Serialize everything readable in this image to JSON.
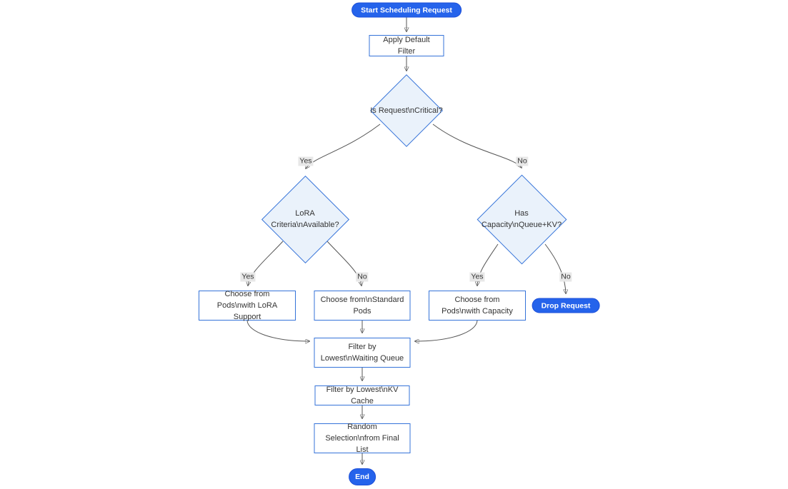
{
  "diagram_type": "flowchart",
  "colors": {
    "accent_blue": "#2563eb",
    "node_border_blue": "#3573d9",
    "diamond_fill": "#eaf2fb",
    "edge_gray": "#555555",
    "edge_label_bg": "#e8e8e8",
    "text": "#333333"
  },
  "nodes": {
    "start": "Start Scheduling Request",
    "apply_filter": "Apply Default Filter",
    "is_critical": "Is Request\\nCritical?",
    "lora_criteria": "LoRA Criteria\\nAvailable?",
    "has_capacity": "Has Capacity\\nQueue+KV?",
    "choose_lora_pods": "Choose from Pods\\nwith LoRA Support",
    "choose_standard_pods": "Choose from\\nStandard Pods",
    "choose_capacity_pods": "Choose from Pods\\nwith Capacity",
    "drop_request": "Drop Request",
    "filter_waiting_queue": "Filter by Lowest\\nWaiting Queue",
    "filter_kv_cache": "Filter by Lowest\\nKV Cache",
    "random_selection": "Random Selection\\nfrom Final List",
    "end": "End"
  },
  "edge_labels": {
    "critical_yes": "Yes",
    "critical_no": "No",
    "lora_yes": "Yes",
    "lora_no": "No",
    "capacity_yes": "Yes",
    "capacity_no": "No"
  },
  "edges": [
    {
      "from": "start",
      "to": "apply_filter",
      "label": ""
    },
    {
      "from": "apply_filter",
      "to": "is_critical",
      "label": ""
    },
    {
      "from": "is_critical",
      "to": "lora_criteria",
      "label": "Yes"
    },
    {
      "from": "is_critical",
      "to": "has_capacity",
      "label": "No"
    },
    {
      "from": "lora_criteria",
      "to": "choose_lora_pods",
      "label": "Yes"
    },
    {
      "from": "lora_criteria",
      "to": "choose_standard_pods",
      "label": "No"
    },
    {
      "from": "has_capacity",
      "to": "choose_capacity_pods",
      "label": "Yes"
    },
    {
      "from": "has_capacity",
      "to": "drop_request",
      "label": "No"
    },
    {
      "from": "choose_lora_pods",
      "to": "filter_waiting_queue",
      "label": ""
    },
    {
      "from": "choose_standard_pods",
      "to": "filter_waiting_queue",
      "label": ""
    },
    {
      "from": "choose_capacity_pods",
      "to": "filter_waiting_queue",
      "label": ""
    },
    {
      "from": "filter_waiting_queue",
      "to": "filter_kv_cache",
      "label": ""
    },
    {
      "from": "filter_kv_cache",
      "to": "random_selection",
      "label": ""
    },
    {
      "from": "random_selection",
      "to": "end",
      "label": ""
    }
  ]
}
